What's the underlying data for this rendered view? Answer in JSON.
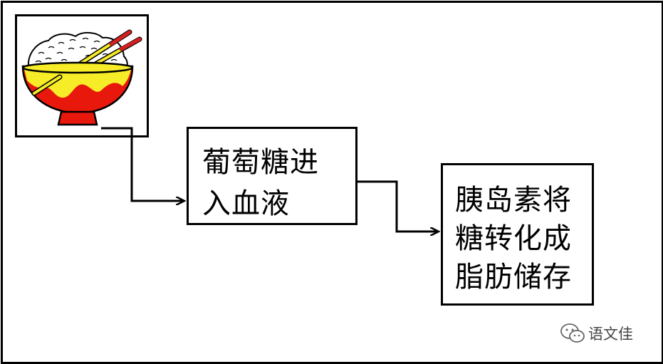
{
  "diagram": {
    "nodes": [
      {
        "id": "rice-bowl",
        "type": "image",
        "icon": "rice-bowl-with-chopsticks-icon"
      },
      {
        "id": "glucose",
        "lines": [
          "葡萄糖进",
          "入血液"
        ]
      },
      {
        "id": "insulin",
        "lines": [
          "胰岛素将",
          "糖转化成",
          "脂肪储存"
        ]
      }
    ],
    "edges": [
      {
        "from": "rice-bowl",
        "to": "glucose"
      },
      {
        "from": "glucose",
        "to": "insulin"
      }
    ]
  },
  "watermark": {
    "icon": "wechat-icon",
    "text": "语文佳"
  },
  "colors": {
    "line": "#000000",
    "bowl_red": "#e8180c",
    "bowl_yellow": "#f6ec28",
    "chopstick_red": "#d42020",
    "watermark_text": "#444444"
  }
}
